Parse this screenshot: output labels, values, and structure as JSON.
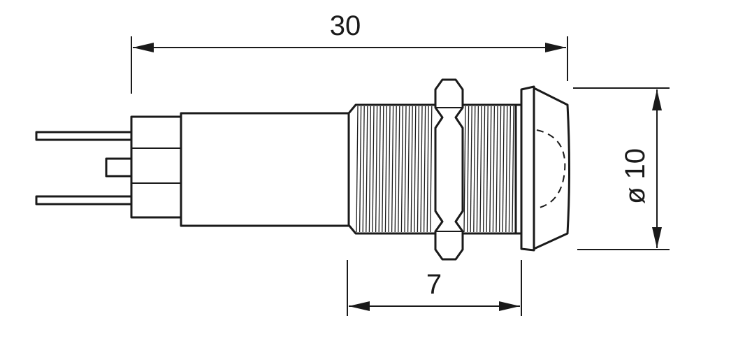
{
  "dimensions": {
    "overall_length": "30",
    "panel_thickness": "7",
    "bezel_diameter": "ø 10"
  },
  "colors": {
    "line": "#1a1a1a",
    "background": "#ffffff"
  }
}
